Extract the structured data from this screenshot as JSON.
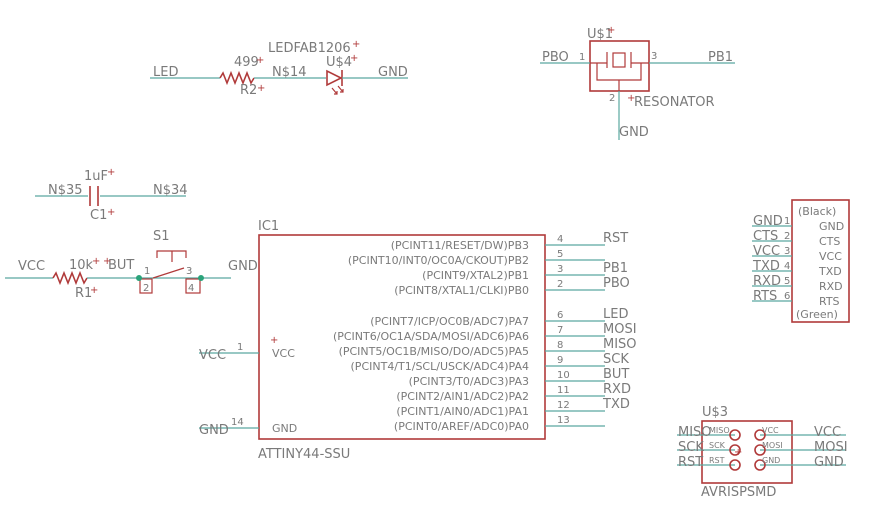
{
  "led": {
    "net_left": "LED",
    "res_value": "499",
    "res_ref": "R2",
    "net_mid": "N$14",
    "led_value": "LEDFAB1206",
    "led_ref": "U$4",
    "net_right": "GND"
  },
  "resonator": {
    "ref": "U$1",
    "net_left": "PBO",
    "net_right": "PB1",
    "pin1": "1",
    "pin2": "2",
    "pin3": "3",
    "value": "RESONATOR",
    "gnd": "GND"
  },
  "cap": {
    "value": "1uF",
    "ref": "C1",
    "net_left": "N$35",
    "net_right": "N$34"
  },
  "button": {
    "vcc": "VCC",
    "res_value": "10k",
    "res_ref": "R1",
    "net": "BUT",
    "switch_ref": "S1",
    "gnd": "GND",
    "p1": "1",
    "p2": "2",
    "p3": "3",
    "p4": "4"
  },
  "ic": {
    "ref": "IC1",
    "value": "ATTINY44-SSU",
    "vcc_pin_name": "VCC",
    "gnd_pin_name": "GND",
    "vcc_pin_num": "1",
    "gnd_pin_num": "14",
    "vcc_net": "VCC",
    "gnd_net": "GND",
    "pins": [
      {
        "name": "(PCINT11/RESET/DW)PB3",
        "num": "4",
        "net": "RST"
      },
      {
        "name": "(PCINT10/INT0/OC0A/CKOUT)PB2",
        "num": "5",
        "net": ""
      },
      {
        "name": "(PCINT9/XTAL2)PB1",
        "num": "3",
        "net": "PB1"
      },
      {
        "name": "(PCINT8/XTAL1/CLKI)PB0",
        "num": "2",
        "net": "PBO"
      },
      {
        "name": "(PCINT7/ICP/OC0B/ADC7)PA7",
        "num": "6",
        "net": "LED"
      },
      {
        "name": "(PCINT6/OC1A/SDA/MOSI/ADC6)PA6",
        "num": "7",
        "net": "MOSI"
      },
      {
        "name": "(PCINT5/OC1B/MISO/DO/ADC5)PA5",
        "num": "8",
        "net": "MISO"
      },
      {
        "name": "(PCINT4/T1/SCL/USCK/ADC4)PA4",
        "num": "9",
        "net": "SCK"
      },
      {
        "name": "(PCINT3/T0/ADC3)PA3",
        "num": "10",
        "net": "BUT"
      },
      {
        "name": "(PCINT2/AIN1/ADC2)PA2",
        "num": "11",
        "net": "RXD"
      },
      {
        "name": "(PCINT1/AIN0/ADC1)PA1",
        "num": "12",
        "net": "TXD"
      },
      {
        "name": "(PCINT0/AREF/ADC0)PA0",
        "num": "13",
        "net": ""
      }
    ]
  },
  "ftdi": {
    "top": "(Black)",
    "bottom": "(Green)",
    "pins": [
      {
        "net": "GND",
        "num": "1",
        "name": "GND"
      },
      {
        "net": "CTS",
        "num": "2",
        "name": "CTS"
      },
      {
        "net": "VCC",
        "num": "3",
        "name": "VCC"
      },
      {
        "net": "TXD",
        "num": "4",
        "name": "TXD"
      },
      {
        "net": "RXD",
        "num": "5",
        "name": "RXD"
      },
      {
        "net": "RTS",
        "num": "6",
        "name": "RTS"
      }
    ]
  },
  "isp": {
    "ref": "U$3",
    "value": "AVRISPSMD",
    "left_nets": [
      "MISO",
      "SCK",
      "RST"
    ],
    "left_pins": [
      "MISO",
      "SCK",
      "RST"
    ],
    "right_pins": [
      "VCC",
      "MOSI",
      "GND"
    ],
    "right_nets": [
      "VCC",
      "MOSI",
      "GND"
    ]
  }
}
